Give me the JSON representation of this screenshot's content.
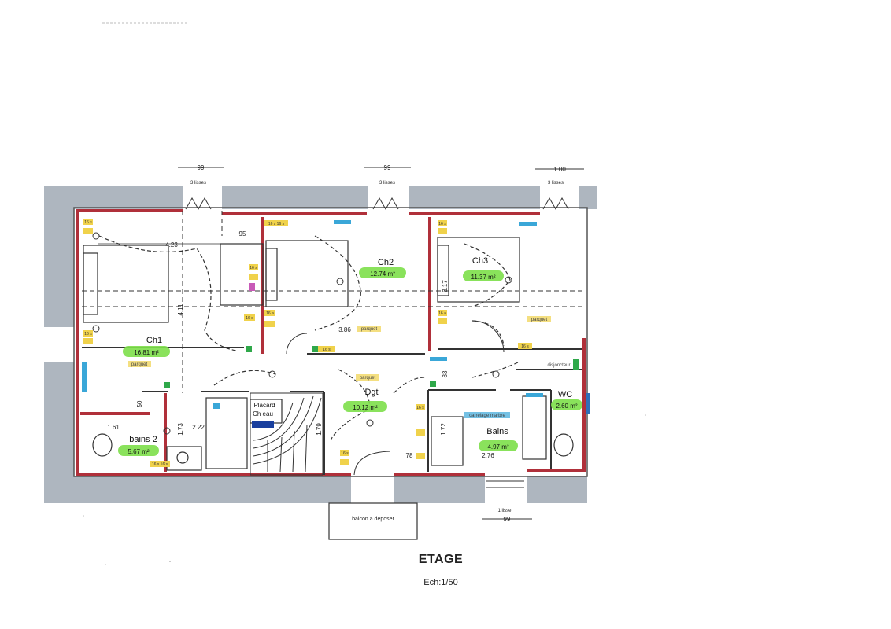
{
  "plan": {
    "title": "ETAGE",
    "scale": "Ech:1/50",
    "colors": {
      "wall": "#aeb6bf",
      "accent_wall": "#b0303a",
      "highlight": "#7ddf4a",
      "tag": "#f0d24b",
      "blue_tag": "#3aa7d8"
    },
    "rooms": {
      "ch1": {
        "name": "Ch1",
        "area": "16.81 m²"
      },
      "ch2": {
        "name": "Ch2",
        "area": "12.74 m²"
      },
      "ch3": {
        "name": "Ch3",
        "area": "11.37 m²"
      },
      "dgt": {
        "name": "Dgt",
        "area": "10.12 m²"
      },
      "bains": {
        "name": "Bains",
        "area": "4.97 m²"
      },
      "bains2": {
        "name": "bains 2",
        "area": "5.67 m²"
      },
      "wc": {
        "name": "WC",
        "area": "2.60 m²"
      },
      "placard": {
        "line1": "Placard",
        "line2": "Ch eau"
      }
    },
    "top_dims": {
      "d1": "99",
      "d2": "99",
      "d3": "1.00",
      "lisses": "3 lisses"
    },
    "bottom_dims": {
      "d1": "99",
      "lisses": "1 lisse"
    },
    "dims": {
      "d423": "4.23",
      "d411": "4.11",
      "d95": "95",
      "d386": "3.86",
      "d317": "3.17",
      "d50": "50",
      "d161": "1.61",
      "d173": "1.73",
      "d222": "2.22",
      "d179": "1.79",
      "d83": "83",
      "d172": "1.72",
      "d276": "2.76",
      "d78": "78"
    },
    "labels": {
      "parquet": "parquet",
      "balcon": "balcon a deposer",
      "disjoncteur": "disjoncteur",
      "chaudiere": "carrelage marbre",
      "tag16s": "16 s",
      "tag16a": "16 a",
      "tag16": "16 s 16 s"
    }
  }
}
